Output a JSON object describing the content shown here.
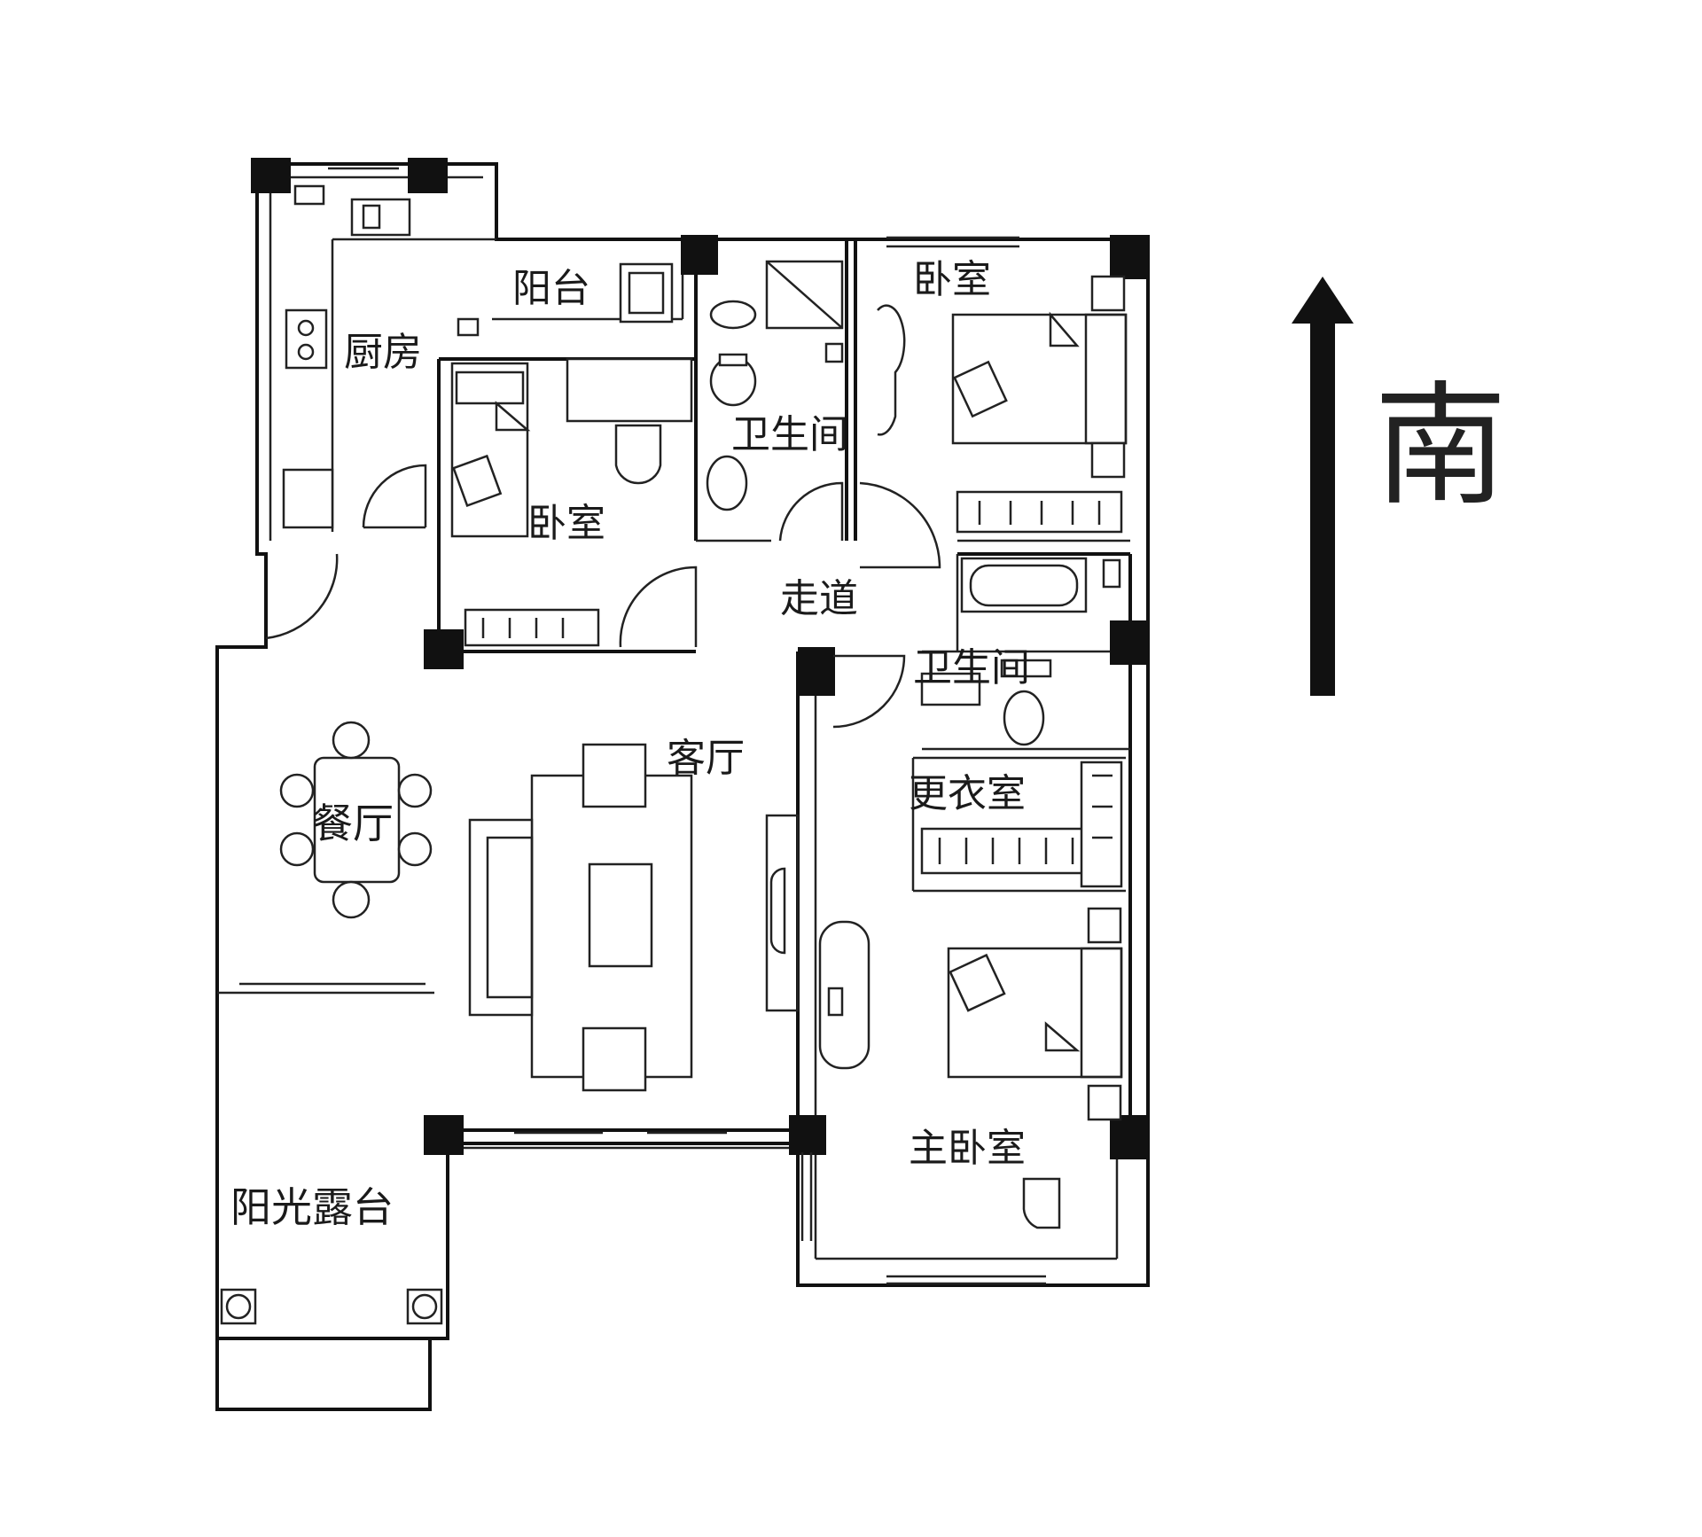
{
  "rooms": {
    "kitchen": "厨房",
    "balcony": "阳台",
    "bathroom_1": "卫生间",
    "bedroom_north_right": "卧室",
    "bedroom_small": "卧室",
    "corridor": "走道",
    "bathroom_2": "卫生间",
    "living_room": "客厅",
    "dining_room": "餐厅",
    "dressing_room": "更衣室",
    "master_bedroom": "主卧室",
    "sun_terrace": "阳光露台"
  },
  "compass": {
    "label": "南",
    "arrow_direction": "up"
  }
}
